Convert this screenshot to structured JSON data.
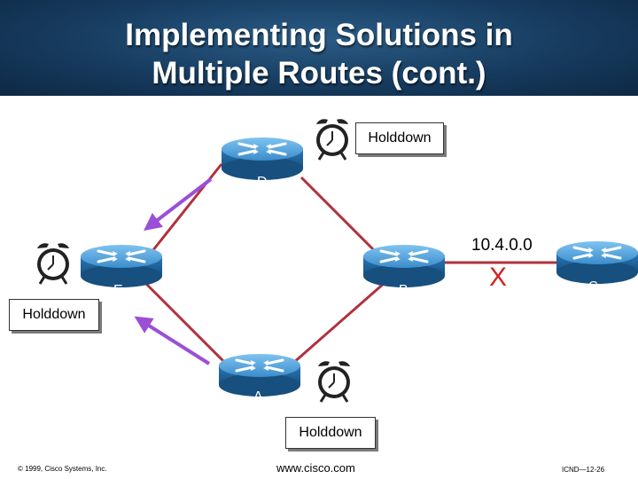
{
  "header": {
    "title_line1": "Implementing Solutions in",
    "title_line2": "Multiple Routes (cont.)"
  },
  "routers": [
    {
      "id": "D",
      "label": "D"
    },
    {
      "id": "E",
      "label": "E"
    },
    {
      "id": "B",
      "label": "B"
    },
    {
      "id": "C",
      "label": "C"
    },
    {
      "id": "A",
      "label": "A"
    }
  ],
  "holddown_labels": {
    "top": "Holddown",
    "left": "Holddown",
    "bottom": "Holddown"
  },
  "network_label": "10.4.0.0",
  "link_failure_mark": "X",
  "footer": {
    "copyright": "© 1999, Cisco Systems, Inc.",
    "website": "www.cisco.com",
    "page_ref": "ICND—12-26"
  },
  "colors": {
    "header_bg": "#173c60",
    "router_body": "#2a78b8",
    "link": "#b0313d",
    "arrow": "#9b4fd6",
    "failure_x": "#d42020"
  },
  "icons": [
    "router-icon",
    "alarm-clock-icon",
    "arrow-icon",
    "link-failure-icon"
  ]
}
